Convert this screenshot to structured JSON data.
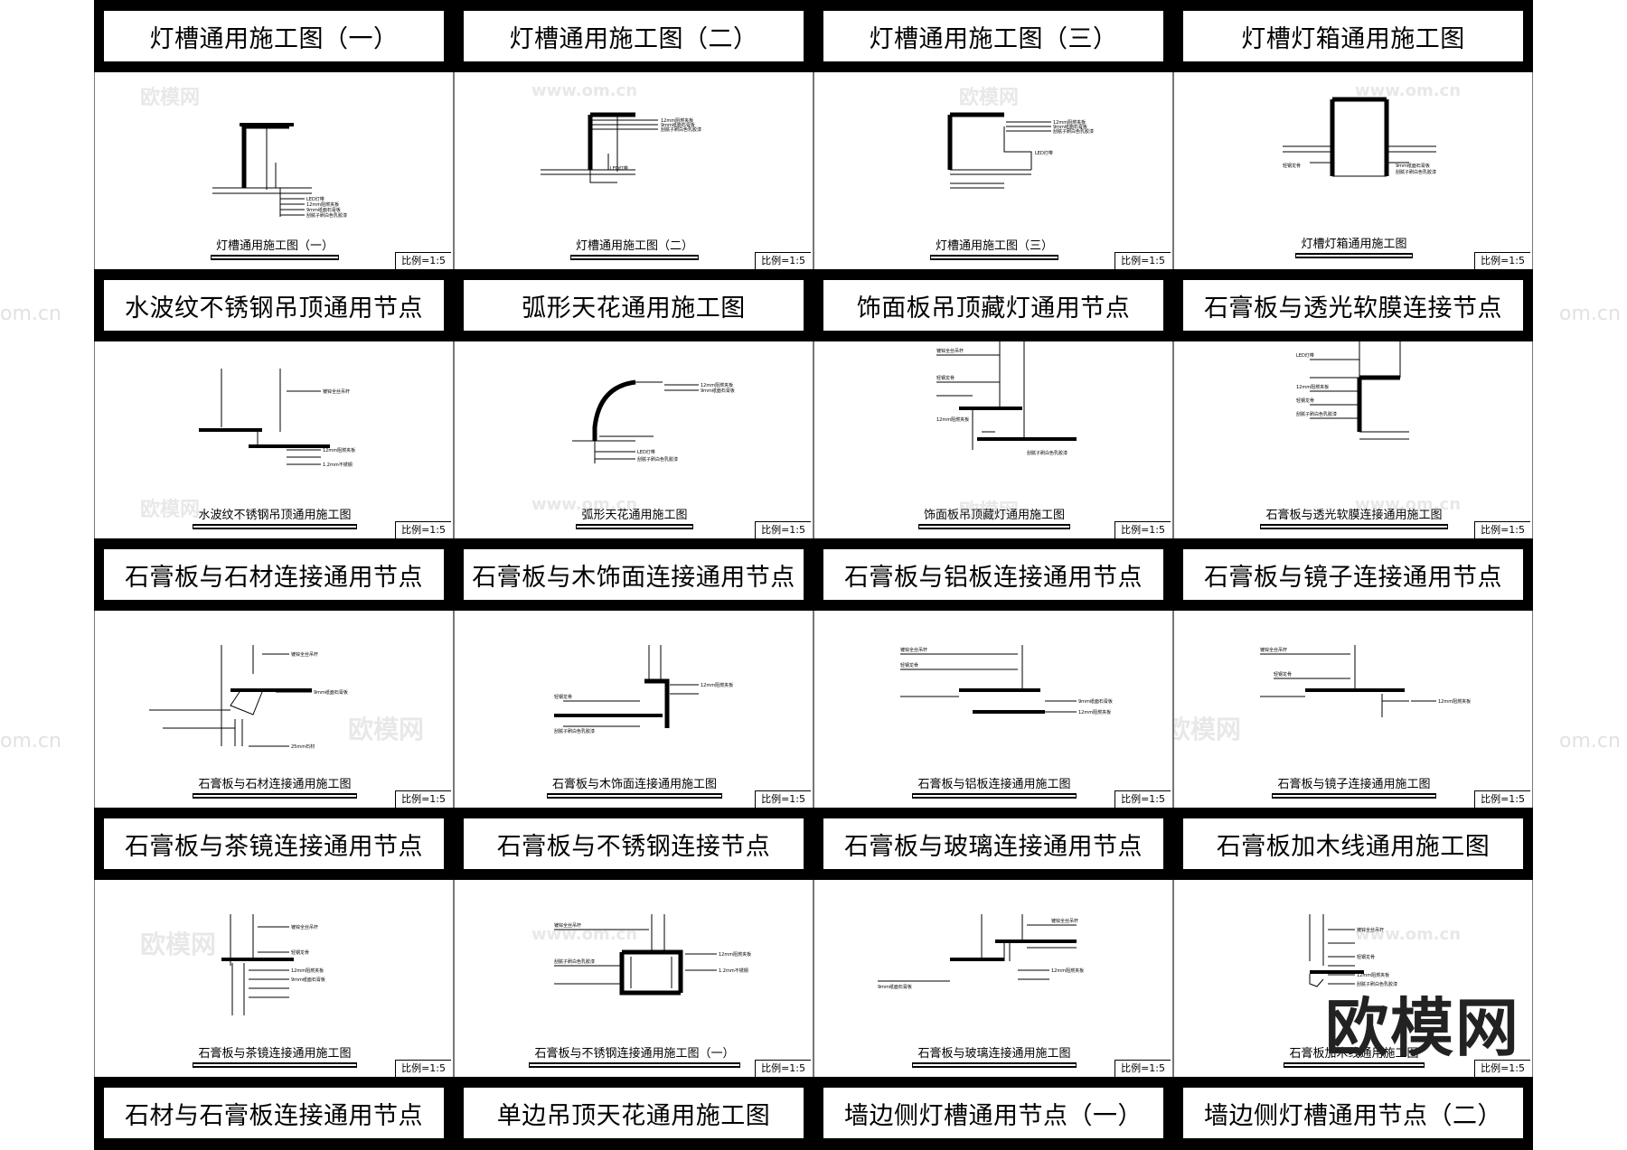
{
  "rows": [
    {
      "titles": [
        "灯槽通用施工图（一）",
        "灯槽通用施工图（二）",
        "灯槽通用施工图（三）",
        "灯槽灯箱通用施工图"
      ],
      "panels": [
        {
          "caption": "灯槽通用施工图（一）",
          "scale": "比例=1:5"
        },
        {
          "caption": "灯槽通用施工图（二）",
          "scale": "比例=1:5"
        },
        {
          "caption": "灯槽通用施工图（三）",
          "scale": "比例=1:5"
        },
        {
          "caption": "灯槽灯箱通用施工图",
          "scale": "比例=1:5"
        }
      ]
    },
    {
      "titles": [
        "水波纹不锈钢吊顶通用节点",
        "弧形天花通用施工图",
        "饰面板吊顶藏灯通用节点",
        "石膏板与透光软膜连接节点"
      ],
      "panels": [
        {
          "caption": "水波纹不锈钢吊顶通用施工图",
          "scale": "比例=1:5"
        },
        {
          "caption": "弧形天花通用施工图",
          "scale": "比例=1:5"
        },
        {
          "caption": "饰面板吊顶藏灯通用施工图",
          "scale": "比例=1:5"
        },
        {
          "caption": "石膏板与透光软膜连接通用施工图",
          "scale": "比例=1:5"
        }
      ]
    },
    {
      "titles": [
        "石膏板与石材连接通用节点",
        "石膏板与木饰面连接通用节点",
        "石膏板与铝板连接通用节点",
        "石膏板与镜子连接通用节点"
      ],
      "panels": [
        {
          "caption": "石膏板与石材连接通用施工图",
          "scale": "比例=1:5"
        },
        {
          "caption": "石膏板与木饰面连接通用施工图",
          "scale": "比例=1:5"
        },
        {
          "caption": "石膏板与铝板连接通用施工图",
          "scale": "比例=1:5"
        },
        {
          "caption": "石膏板与镜子连接通用施工图",
          "scale": "比例=1:5"
        }
      ]
    },
    {
      "titles": [
        "石膏板与茶镜连接通用节点",
        "石膏板与不锈钢连接节点",
        "石膏板与玻璃连接通用节点",
        "石膏板加木线通用施工图"
      ],
      "panels": [
        {
          "caption": "石膏板与茶镜连接通用施工图",
          "scale": "比例=1:5"
        },
        {
          "caption": "石膏板与不锈钢连接通用施工图（一）",
          "scale": "比例=1:5"
        },
        {
          "caption": "石膏板与玻璃连接通用施工图",
          "scale": "比例=1:5"
        },
        {
          "caption": "石膏板加木线通用施工图",
          "scale": "比例=1:5"
        }
      ]
    },
    {
      "titles": [
        "石材与石膏板连接通用节点",
        "单边吊顶天花通用施工图",
        "墙边侧灯槽通用节点（一）",
        "墙边侧灯槽通用节点（二）"
      ],
      "panels": []
    }
  ],
  "watermarks": {
    "cn": "欧模网",
    "url": "www.om.cn",
    "side": "om.cn",
    "brand_logo": "欧模网"
  },
  "drawing_labels": {
    "a": "12mm阻燃夹板",
    "b": "9mm纸面石膏板",
    "c": "刮腻子刷白色乳胶漆",
    "d": "LED灯带",
    "e": "镀锌全丝吊杆",
    "f": "轻钢龙骨",
    "g": "1.2mm不锈钢",
    "h": "25mm石材"
  }
}
